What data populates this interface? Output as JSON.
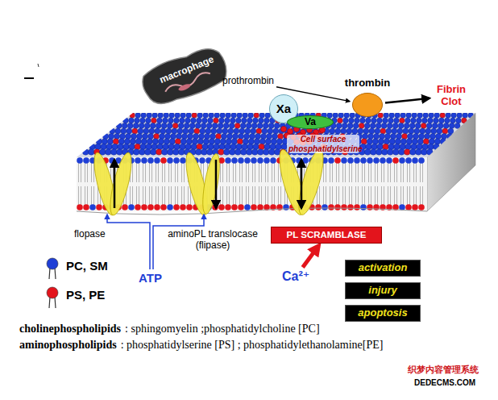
{
  "diagram": {
    "nodes": [
      {
        "text": [
          "macrophage"
        ]
      },
      {
        "text": [
          "Xa"
        ]
      },
      {
        "text": [
          "Va"
        ]
      },
      {
        "text": [
          "prothrombin"
        ]
      },
      {
        "text": [
          "thrombin"
        ]
      },
      {
        "text": [
          "Fibrin Clot"
        ]
      },
      {
        "text": [
          "PL SCRAMBLASE"
        ]
      },
      {
        "text": [
          "Ca²⁺"
        ]
      },
      {
        "text": [
          "activation"
        ]
      },
      {
        "text": [
          "injury"
        ]
      },
      {
        "text": [
          "apoptosis"
        ]
      }
    ],
    "edges": [
      {
        "from": 3,
        "to": 4,
        "arrow": "to"
      },
      {
        "from": 4,
        "to": 5,
        "arrow": "to"
      },
      {
        "from": 7,
        "to": 6,
        "arrow": "to"
      }
    ],
    "labels": [
      "Cell surface phosphatidylserine",
      "flopase",
      "aminoPL translocase (flipase)",
      "ATP",
      "cholinephospholipids",
      ": sphingomyelin ;phosphatidylcholine [PC]",
      "aminophospholipids",
      ": phosphatidylserine [PS] ; phosphatidylethanolamine[PE]",
      "织梦内容管理系统",
      "DEDECMS.COM"
    ],
    "legend": [
      {
        "text": "PC, SM",
        "color": "#1f3fd6"
      },
      {
        "text": "PS, PE",
        "color": "#e3141c"
      }
    ]
  }
}
